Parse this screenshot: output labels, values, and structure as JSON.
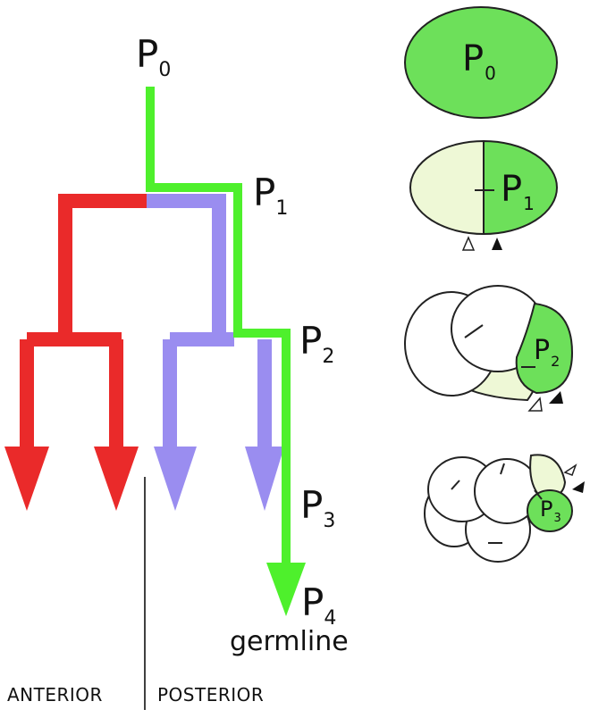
{
  "colors": {
    "germline": "#4ef02c",
    "anterior_lineage": "#ea2a2a",
    "posterior_lineage": "#9a8df0",
    "embryo_germ_cell": "#6de05a",
    "embryo_pale_cell": "#eef8d6",
    "embryo_white_cell": "#ffffff"
  },
  "tree": {
    "labels": {
      "p0": {
        "letter": "P",
        "sub": "0"
      },
      "p1": {
        "letter": "P",
        "sub": "1"
      },
      "p2": {
        "letter": "P",
        "sub": "2"
      },
      "p3": {
        "letter": "P",
        "sub": "3"
      },
      "p4": {
        "letter": "P",
        "sub": "4"
      }
    },
    "germline_label": "germline",
    "anterior_label": "ANTERIOR",
    "posterior_label": "POSTERIOR"
  },
  "embryos": [
    {
      "stage": "1-cell",
      "germ_label": {
        "letter": "P",
        "sub": "0"
      }
    },
    {
      "stage": "2-cell",
      "germ_label": {
        "letter": "P",
        "sub": "1"
      }
    },
    {
      "stage": "4-cell",
      "germ_label": {
        "letter": "P",
        "sub": "2"
      }
    },
    {
      "stage": "8-cell",
      "germ_label": {
        "letter": "P",
        "sub": "3"
      }
    }
  ]
}
